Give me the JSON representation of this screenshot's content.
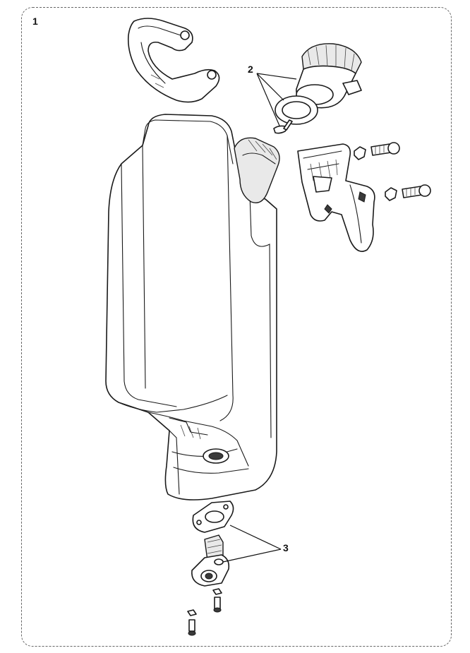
{
  "figure": {
    "number": "1",
    "callouts": [
      {
        "id": "2",
        "label": "2"
      },
      {
        "id": "3",
        "label": "3"
      }
    ]
  },
  "icons": [
    "battery-pack-drawing",
    "carry-handle-drawing",
    "charging-port-drawing",
    "mounting-bracket-drawing",
    "lock-cylinder-drawing",
    "gasket-drawing",
    "screw-drawing"
  ]
}
